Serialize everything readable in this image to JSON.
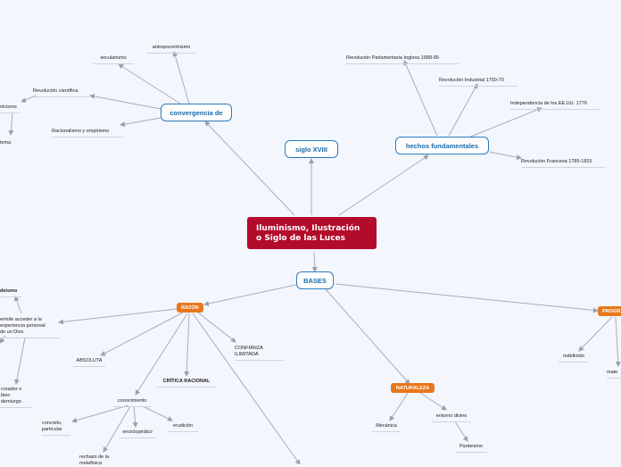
{
  "central": {
    "line1": "Iluminismo, Ilustración",
    "line2": "o Siglo de las Luces"
  },
  "main_nodes": {
    "convergencia": "convergencia de",
    "siglo": "siglo XVIII",
    "hechos": "hechos fundamentales",
    "bases": "BASES"
  },
  "convergencia_items": {
    "antropocentrismo": "antropocentrismo",
    "secularismo": "secularismo",
    "revolucion_cientifica": "Revolución científica",
    "racionalismo": "Racionalismo y empirismo",
    "partial_1": "nicismo",
    "partial_2": "tema"
  },
  "hechos_items": {
    "inglesa": "Revolución Parlamentaria Inglesa 1688-89",
    "industrial": "Revolución Industrial 1750-70",
    "independencia": "Independencia de los EE.UU. 1776",
    "francesa": "Revolución Francesa 1789-1815"
  },
  "bases_items": {
    "razon": "RAZÓN",
    "naturaleza": "NATURALEZA",
    "progreso": "PROGR"
  },
  "razon_items": {
    "deismo": "deismo",
    "permite_1": "ermite acceder a la",
    "permite_2": "experiencia personal",
    "permite_3": "de un Dios",
    "creador_1": "creador o",
    "creador_2": "bien",
    "creador_3": "demiurgo",
    "absoluta": "ABSOLUTA",
    "critica": "CRÍTICA RACIONAL",
    "confianza_1": "CONFIANZA",
    "confianza_2": "ILIMITADA",
    "conocimiento": "conocimiento",
    "concreto_1": "concreto,",
    "concreto_2": "particular",
    "enciclopedico": "enciclopédico",
    "erudicion": "erudición",
    "rechazo_1": "rechazo de la",
    "rechazo_2": "metafísica"
  },
  "naturaleza_items": {
    "mecanica": "Mecánica",
    "entorno": "entorno divino",
    "panteismo": "Panteismo"
  },
  "progreso_items": {
    "indefinido": "indefinido",
    "mate": "mate"
  },
  "colors": {
    "central": "#b30b2b",
    "accent": "#e8771b",
    "bubble_border": "#2a7bbd",
    "bubble_text": "#1a6aa8",
    "line": "#a9adb8",
    "background": "#f4f6fd"
  }
}
